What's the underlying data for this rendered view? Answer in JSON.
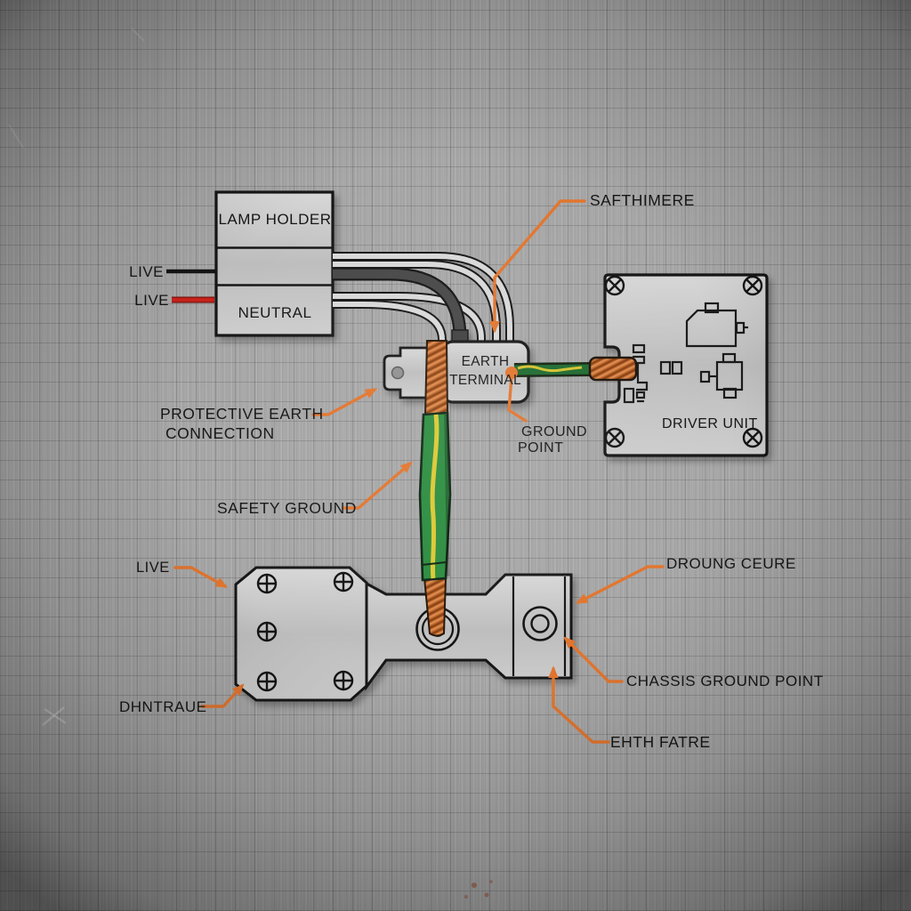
{
  "colors": {
    "annotation_orange": "#e2752e",
    "wire_live_black": "#141414",
    "wire_live_red": "#c9231b",
    "wire_neutral_light": "#d8d8d8",
    "wire_dark_gray": "#474747",
    "earth_green": "#2b8c3f",
    "earth_yellow": "#dcc832",
    "copper": "#c2682c",
    "metal_light": "#cccccc",
    "background_gray": "#a8a8a8",
    "outline_black": "#141414"
  },
  "lamp_holder": {
    "title": "LAMP HOLDER",
    "neutral": "NEUTRAL"
  },
  "input_wires": {
    "live_top": "LIVE",
    "live_bottom": "LIVE"
  },
  "earth_terminal": {
    "line1": "EARTH",
    "line2": "TERMINAL"
  },
  "driver_unit": {
    "title": "DRIVER UNIT"
  },
  "annotations": {
    "top_callout": "SAFTHIMERE",
    "protective_earth_line1": "PROTECTIVE EARTH",
    "protective_earth_line2": "CONNECTION",
    "ground_point_line1": "GROUND",
    "ground_point_line2": "POINT",
    "safety_ground": "SAFETY GROUND",
    "fixture_live": "LIVE",
    "fixture_top_right": "DROUNG CEURE",
    "fixture_bottom_left": "DHNTRAUE",
    "chassis_ground_point": "CHASSIS GROUND POINT",
    "fixture_bottom_right": "EHTH FATRE"
  }
}
